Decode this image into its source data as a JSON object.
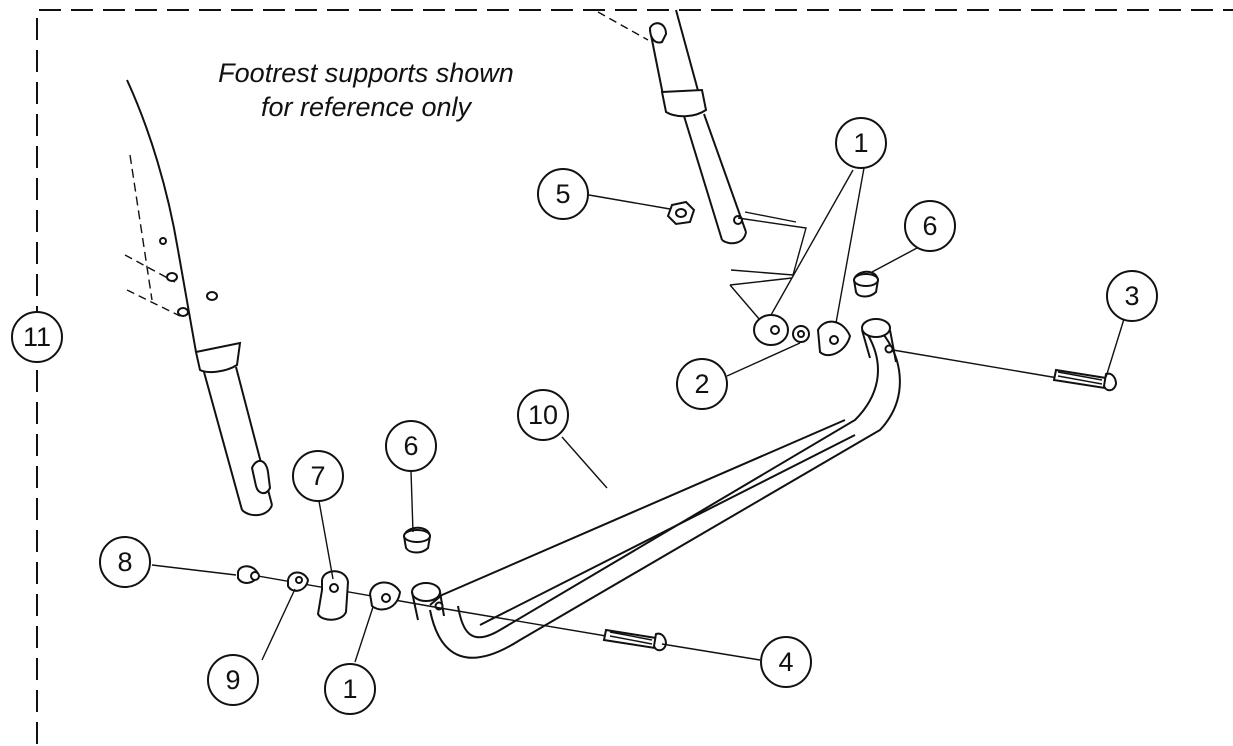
{
  "note": {
    "line1": "Footrest supports shown",
    "line2": "for reference only"
  },
  "callouts": [
    {
      "id": "c1a",
      "label": "1"
    },
    {
      "id": "c1b",
      "label": "1"
    },
    {
      "id": "c2",
      "label": "2"
    },
    {
      "id": "c3",
      "label": "3"
    },
    {
      "id": "c4",
      "label": "4"
    },
    {
      "id": "c5",
      "label": "5"
    },
    {
      "id": "c6a",
      "label": "6"
    },
    {
      "id": "c6b",
      "label": "6"
    },
    {
      "id": "c7",
      "label": "7"
    },
    {
      "id": "c8",
      "label": "8"
    },
    {
      "id": "c9",
      "label": "9"
    },
    {
      "id": "c10",
      "label": "10"
    },
    {
      "id": "c11",
      "label": "11"
    }
  ]
}
